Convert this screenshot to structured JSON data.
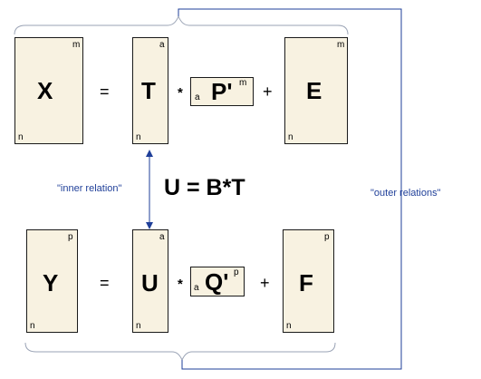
{
  "matrices": {
    "X": {
      "symbol": "X",
      "rows": "n",
      "cols": "m"
    },
    "T": {
      "symbol": "T",
      "rows": "n",
      "cols": "a"
    },
    "P": {
      "symbol": "P'",
      "rows": "a",
      "cols": "m"
    },
    "E": {
      "symbol": "E",
      "rows": "n",
      "cols": "m"
    },
    "Y": {
      "symbol": "Y",
      "rows": "n",
      "cols": "p"
    },
    "U": {
      "symbol": "U",
      "rows": "n",
      "cols": "a"
    },
    "Q": {
      "symbol": "Q'",
      "rows": "a",
      "cols": "p"
    },
    "F": {
      "symbol": "F",
      "rows": "n",
      "cols": "p"
    }
  },
  "operators": {
    "equals": "=",
    "times": "*",
    "plus": "+"
  },
  "labels": {
    "inner_relation": "\"inner relation\"",
    "outer_relations": "\"outer relations\"",
    "equation": "U = B*T"
  },
  "colors": {
    "matrix_fill": "#f8f2e1",
    "matrix_border": "#1a1a1a",
    "connector": "#1f3f99"
  }
}
